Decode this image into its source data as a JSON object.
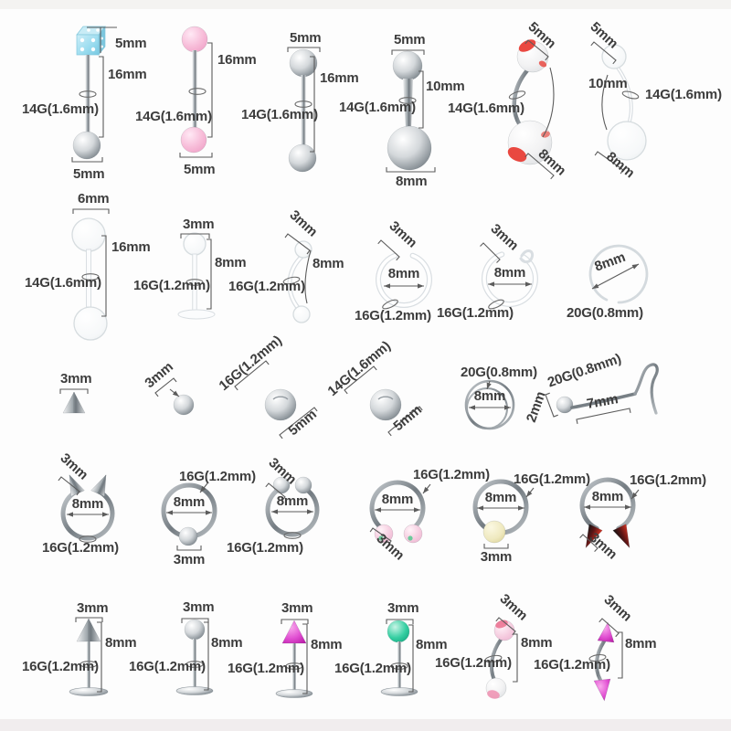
{
  "page": {
    "background": "#fdfdfd"
  },
  "colors": {
    "label_text": "#3d3d3d",
    "steel": "#9aa2a8",
    "dice_blue": "#9adcef",
    "pink": "#f6bcd8",
    "red_accent": "#e8352c",
    "magenta": "#e14fd2",
    "teal": "#36cfa2",
    "cream": "#efe9bf",
    "clear_outline": "#d9dee2",
    "mark_line": "#5c5c5c"
  },
  "items": [
    {
      "name": "dice-top-barbell",
      "labels": {
        "top": "5mm",
        "length": "16mm",
        "gauge": "14G(1.6mm)",
        "bottom": "5mm"
      }
    },
    {
      "name": "pink-ball-barbell",
      "labels": {
        "length": "16mm",
        "gauge": "14G(1.6mm)",
        "bottom": "5mm"
      }
    },
    {
      "name": "steel-barbell",
      "labels": {
        "top": "5mm",
        "length": "16mm",
        "gauge": "14G(1.6mm)"
      }
    },
    {
      "name": "belly-button-ring",
      "labels": {
        "top": "5mm",
        "length": "10mm",
        "gauge": "14G(1.6mm)",
        "bottom": "8mm"
      }
    },
    {
      "name": "marble-curved-belly-ring",
      "labels": {
        "top": "5mm",
        "gauge": "14G(1.6mm)",
        "bottom": "8mm"
      }
    },
    {
      "name": "clear-curved-belly-ring",
      "labels": {
        "top": "5mm",
        "length": "10mm",
        "gauge": "14G(1.6mm)",
        "bottom": "8mm"
      }
    },
    {
      "name": "clear-barbell",
      "labels": {
        "top": "6mm",
        "length": "16mm",
        "gauge": "14G(1.6mm)"
      }
    },
    {
      "name": "clear-labret-stud",
      "labels": {
        "top": "3mm",
        "length": "8mm",
        "gauge": "16G(1.2mm)"
      }
    },
    {
      "name": "clear-curved-barbell",
      "labels": {
        "top": "3mm",
        "length": "8mm",
        "gauge": "16G(1.2mm)"
      }
    },
    {
      "name": "clear-open-ring-1",
      "labels": {
        "top": "3mm",
        "diameter": "8mm",
        "gauge": "16G(1.2mm)"
      }
    },
    {
      "name": "clear-open-ring-2",
      "labels": {
        "top": "3mm",
        "diameter": "8mm",
        "gauge": "16G(1.2mm)"
      }
    },
    {
      "name": "clear-thin-ring",
      "labels": {
        "diameter": "8mm",
        "gauge": "20G(0.8mm)"
      }
    },
    {
      "name": "spike-stud",
      "labels": {
        "top": "3mm"
      }
    },
    {
      "name": "ball-stud-small",
      "labels": {
        "top": "3mm"
      }
    },
    {
      "name": "ball-stud-16g",
      "labels": {
        "gauge": "16G(1.2mm)",
        "bottom": "5mm"
      }
    },
    {
      "name": "ball-stud-14g",
      "labels": {
        "gauge": "14G(1.6mm)",
        "bottom": "5mm"
      }
    },
    {
      "name": "double-hoop-ring",
      "labels": {
        "gauge": "20G(0.8mm)",
        "diameter": "8mm"
      }
    },
    {
      "name": "nose-screw",
      "labels": {
        "gauge": "20G(0.8mm)",
        "ball": "2mm",
        "length": "7mm"
      }
    },
    {
      "name": "horseshoe-spike-ring",
      "labels": {
        "top": "3mm",
        "diameter": "8mm",
        "gauge": "16G(1.2mm)"
      }
    },
    {
      "name": "captive-bead-ring",
      "labels": {
        "gauge": "16G(1.2mm)",
        "diameter": "8mm",
        "bottom": "3mm"
      }
    },
    {
      "name": "horseshoe-ball-ring",
      "labels": {
        "top": "3mm",
        "diameter": "8mm",
        "gauge": "16G(1.2mm)"
      }
    },
    {
      "name": "horseshoe-pink-ball-ring",
      "labels": {
        "gauge": "16G(1.2mm)",
        "diameter": "8mm",
        "bottom": "3mm"
      }
    },
    {
      "name": "captive-bead-ring-glow",
      "labels": {
        "gauge": "16G(1.2mm)",
        "diameter": "8mm",
        "bottom": "3mm"
      }
    },
    {
      "name": "horseshoe-red-spike-ring",
      "labels": {
        "gauge": "16G(1.2mm)",
        "diameter": "8mm",
        "bottom": "3mm"
      }
    },
    {
      "name": "labret-steel-spike",
      "labels": {
        "top": "3mm",
        "length": "8mm",
        "gauge": "16G(1.2mm)"
      }
    },
    {
      "name": "labret-steel-ball",
      "labels": {
        "top": "3mm",
        "length": "8mm",
        "gauge": "16G(1.2mm)"
      }
    },
    {
      "name": "labret-pink-cone",
      "labels": {
        "top": "3mm",
        "length": "8mm",
        "gauge": "16G(1.2mm)"
      }
    },
    {
      "name": "labret-green-ball",
      "labels": {
        "top": "3mm",
        "length": "8mm",
        "gauge": "16G(1.2mm)"
      }
    },
    {
      "name": "curved-barbell-pink-balls",
      "labels": {
        "top": "3mm",
        "length": "8mm",
        "gauge": "16G(1.2mm)"
      }
    },
    {
      "name": "curved-barbell-pink-spikes",
      "labels": {
        "top": "3mm",
        "length": "8mm",
        "gauge": "16G(1.2mm)"
      }
    }
  ]
}
